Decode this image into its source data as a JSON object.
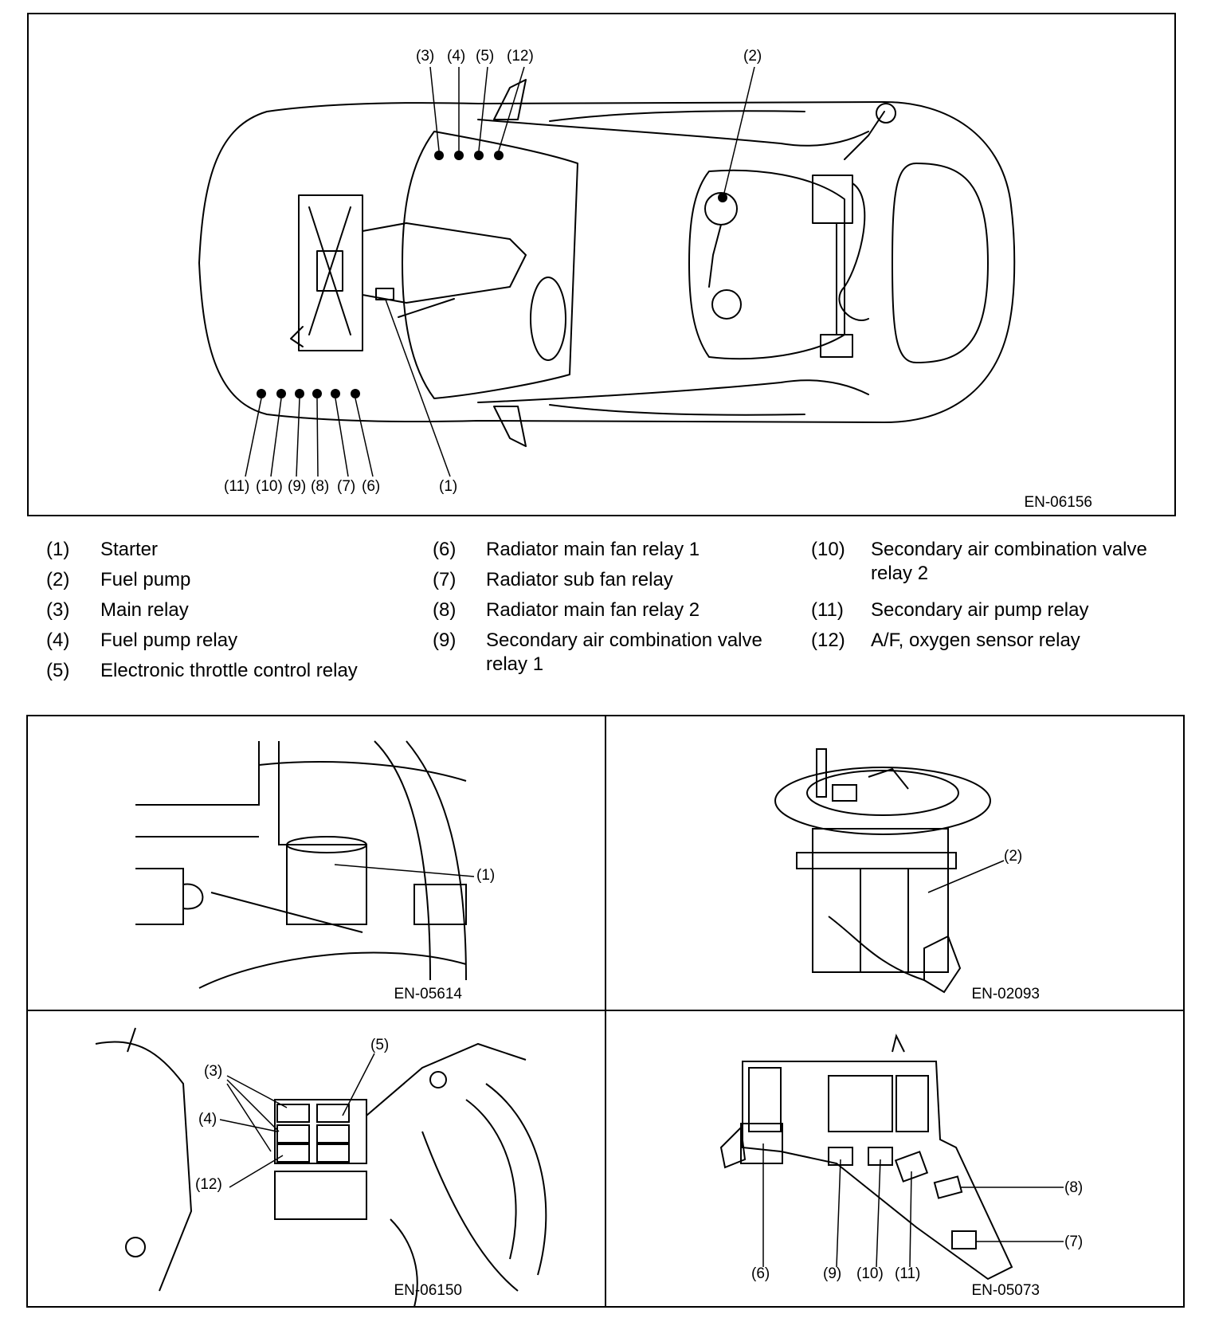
{
  "top_figure": {
    "code": "EN-06156",
    "callouts": {
      "c1": "(1)",
      "c2": "(2)",
      "c3": "(3)",
      "c4": "(4)",
      "c5": "(5)",
      "c6": "(6)",
      "c7": "(7)",
      "c8": "(8)",
      "c9": "(9)",
      "c10": "(10)",
      "c11": "(11)",
      "c12": "(12)"
    }
  },
  "legend": {
    "col1": [
      {
        "num": "(1)",
        "label": "Starter"
      },
      {
        "num": "(2)",
        "label": "Fuel pump"
      },
      {
        "num": "(3)",
        "label": "Main relay"
      },
      {
        "num": "(4)",
        "label": "Fuel pump relay"
      },
      {
        "num": "(5)",
        "label": "Electronic throttle control relay"
      }
    ],
    "col2": [
      {
        "num": "(6)",
        "label": "Radiator main fan relay 1"
      },
      {
        "num": "(7)",
        "label": "Radiator sub fan relay"
      },
      {
        "num": "(8)",
        "label": "Radiator main fan relay 2"
      },
      {
        "num": "(9)",
        "label": "Secondary air combination valve",
        "label2": "relay 1"
      }
    ],
    "col3": [
      {
        "num": "(10)",
        "label": "Secondary air combination valve",
        "label2": "relay 2"
      },
      {
        "num": "(11)",
        "label": "Secondary air pump relay"
      },
      {
        "num": "(12)",
        "label": "A/F, oxygen sensor relay"
      }
    ]
  },
  "panels": {
    "starter": {
      "code": "EN-05614",
      "callout": "(1)"
    },
    "fuel_pump": {
      "code": "EN-02093",
      "callout": "(2)"
    },
    "relays": {
      "code": "EN-06150",
      "c3": "(3)",
      "c4": "(4)",
      "c5": "(5)",
      "c12": "(12)"
    },
    "fuse_box": {
      "code": "EN-05073",
      "c6": "(6)",
      "c7": "(7)",
      "c8": "(8)",
      "c9": "(9)",
      "c10": "(10)",
      "c11": "(11)"
    }
  }
}
